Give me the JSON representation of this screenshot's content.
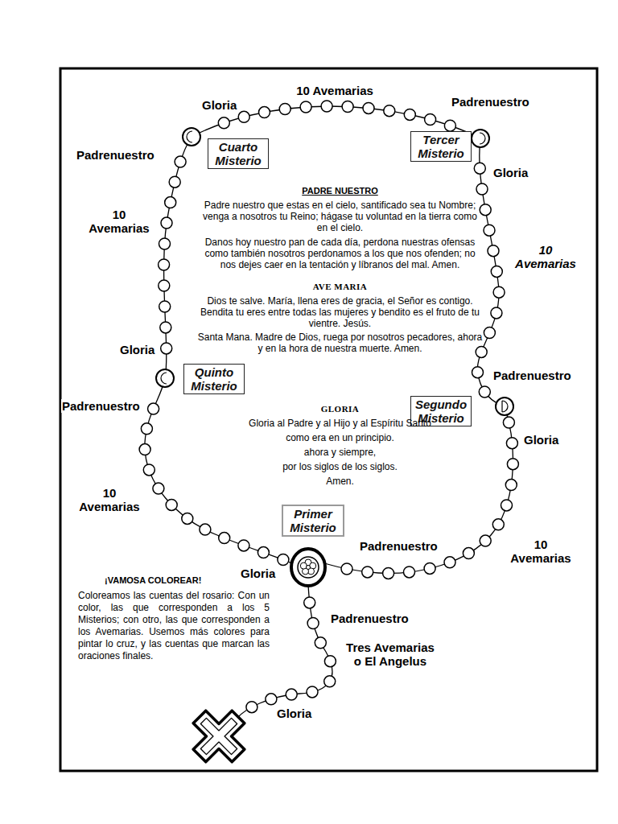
{
  "diagram": {
    "nodes": [
      {
        "text": [
          "Cuarto Misterio"
        ]
      },
      {
        "text": [
          "Tercer Misterio"
        ]
      },
      {
        "text": [
          "Quinto Misterio"
        ]
      },
      {
        "text": [
          "Segundo Misterio"
        ]
      },
      {
        "text": [
          "Primer Misterio"
        ]
      }
    ],
    "labels": [
      "10 Avemarias",
      "Gloria",
      "Padrenuestro",
      "Padrenuestro",
      "Gloria",
      "PADRE NUESTRO",
      "Padre nuestro que estas en el cielo, santificado sea tu Nombre; venga a nosotros tu Reino; hágase tu voluntad en la tierra como en el cielo.",
      "Danos hoy nuestro pan de cada día, perdona nuestras ofensas como también nosotros perdonamos a los que nos ofenden; no nos dejes caer en la tentación y líbranos del mal. Amen.",
      "10 Avemarias",
      "10 Avemarias",
      "AVE MARIA",
      "Dios te salve. María, llena eres de gracia, el Señor es contigo. Bendita tu eres entre todas las mujeres y bendito es el fruto de tu vientre. Jesús.",
      "Santa Mana. Madre de Dios, ruega por nosotros pecadores, ahora y en la hora de nuestra muerte. Amen.",
      "Gloria",
      "Padrenuestro",
      "Padrenuestro",
      "GLORIA",
      "Gloria al Padre y al Hijo y al Espíritu Santo",
      "como era en un principio.",
      "ahora y siempre,",
      "por los siglos de los siglos.",
      "Amen.",
      "Gloria",
      "10 Avemarias",
      "Padrenuestro",
      "10 Avemarias",
      "Gloria",
      "¡VAMOSA COLOREAR!",
      "Coloreamos las cuentas del rosario: Con un color, las que corresponden a los 5 Misterios; con otro, las que corresponden a los Avemarias. Usemos más colores para pintar lo cruz, y las cuentas que marcan las oraciones finales.",
      "Padrenuestro",
      "Tres Avemarias o El Angelus",
      "Gloria"
    ]
  }
}
